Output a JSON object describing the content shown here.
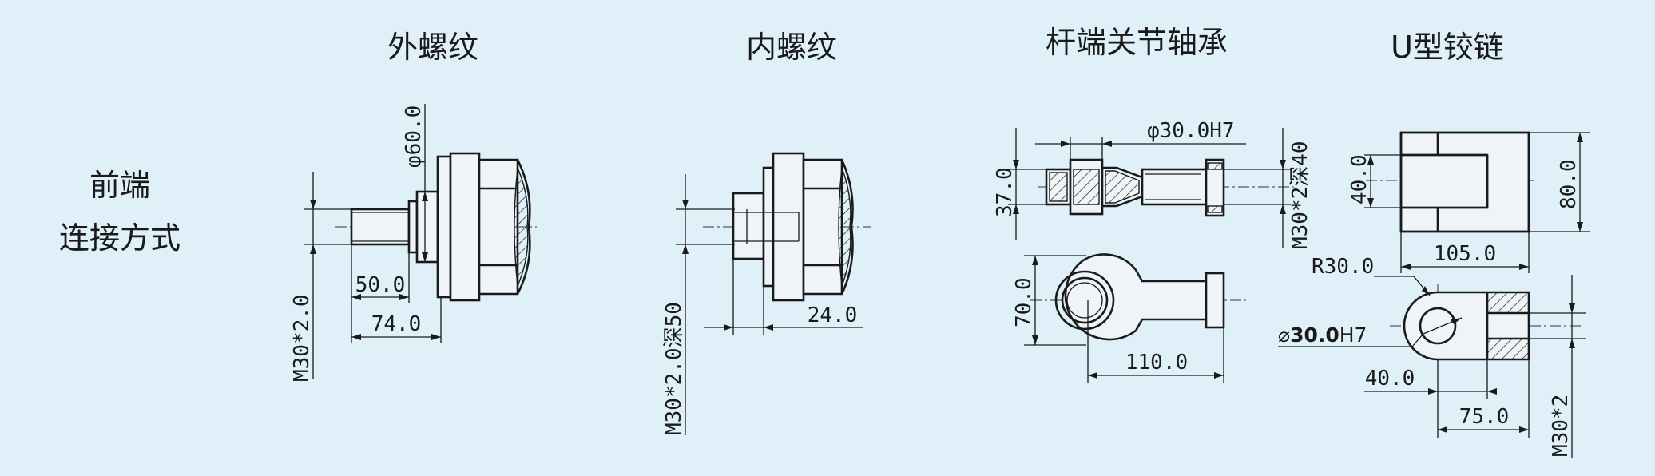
{
  "titles": {
    "external_thread": "外螺纹",
    "internal_thread": "内螺纹",
    "rod_end_bearing": "杆端关节轴承",
    "u_clevis": "U型铰链"
  },
  "row_label": {
    "line1": "前端",
    "line2": "连接方式"
  },
  "dimensions": {
    "ext_diameter": "φ60.0",
    "ext_thread": "M30*2.0",
    "ext_len_short": "50.0",
    "ext_len_long": "74.0",
    "int_thread": "M30*2.0深50",
    "int_len": "24.0",
    "rod_bore": "φ30.0H7",
    "rod_height": "37.0",
    "rod_thread": "M30*2深40",
    "rod_eye_height": "70.0",
    "rod_len": "110.0",
    "u_slot": "40.0",
    "u_height": "80.0",
    "u_width": "105.0",
    "u_radius": "R30.0",
    "u_bore_prefix": "⌀",
    "u_bore_value": "30.0",
    "u_bore_fit": "H7",
    "u_len_short": "40.0",
    "u_len_long": "75.0",
    "u_thread": "M30*2"
  },
  "colors": {
    "background": "#dff0f8",
    "line": "#1a1a1a"
  }
}
